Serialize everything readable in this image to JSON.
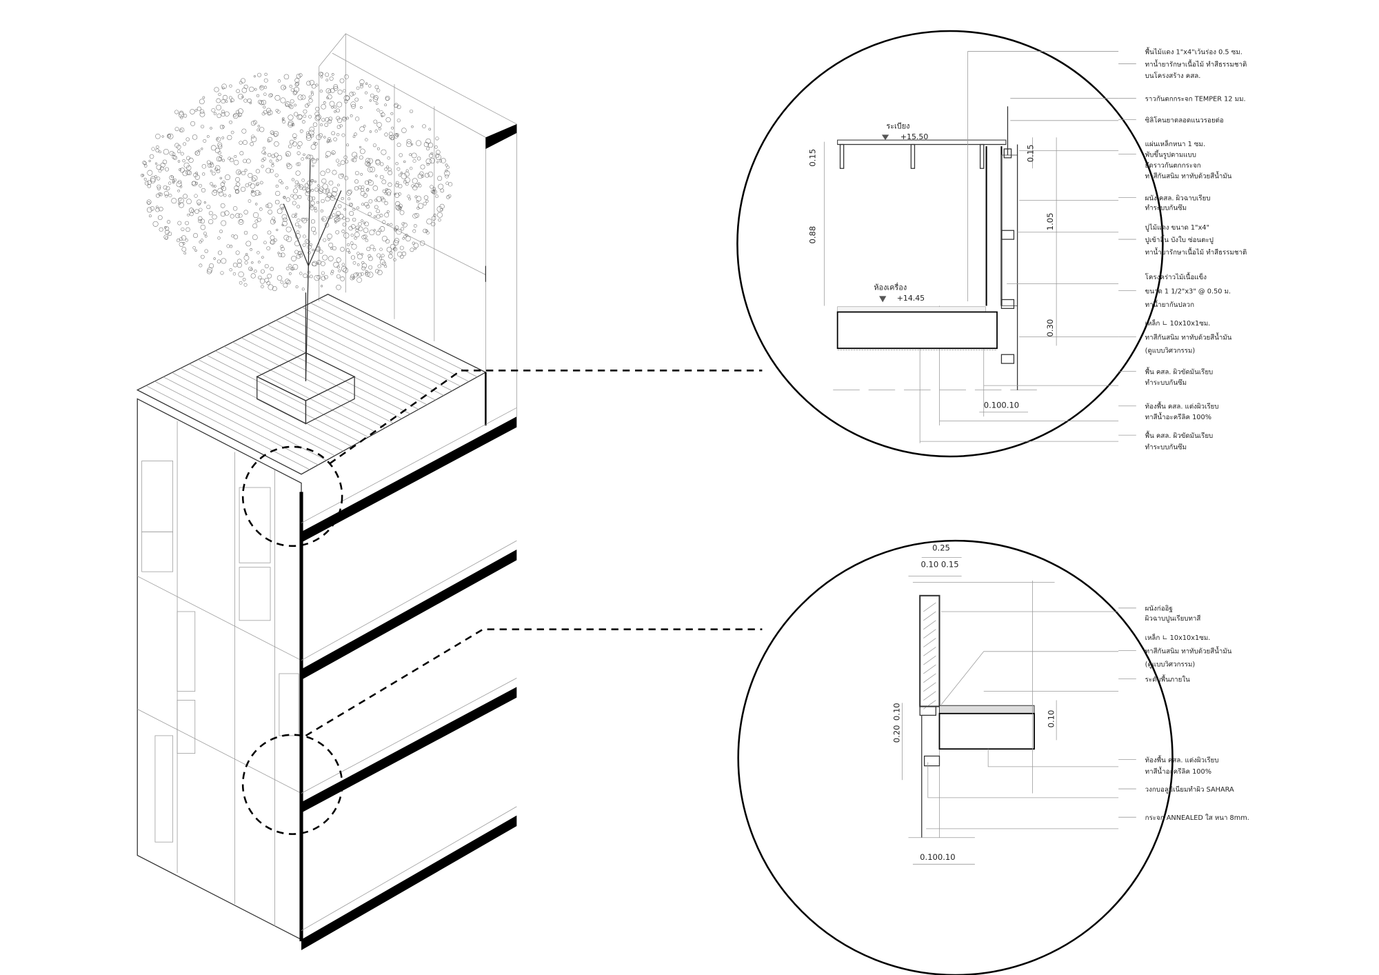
{
  "top_detail": {
    "labels": {
      "balcony": "ระเบียง",
      "balcony_level": "+15.50",
      "machine_room": "ห้องเครื่อง",
      "machine_level": "+14.45"
    },
    "dims": {
      "slab_top": "0.15",
      "height": "0.88",
      "right_top": "0.15",
      "rail": "1.05",
      "beam": "0.30",
      "bottom_widths": "0.100.10"
    },
    "annotations": [
      {
        "lines": [
          "พื้นไม้แดง 1\"x4\"เว้นร่อง 0.5 ซม.",
          "ทาน้ำยารักษาเนื้อไม้ ทำสีธรรมชาติ",
          "บนโครงสร้าง คสล."
        ]
      },
      {
        "lines": [
          "ราวกันตกกระจก TEMPER 12 มม."
        ]
      },
      {
        "lines": [
          "ซิลิโคนยาตลอดแนวรอยต่อ"
        ]
      },
      {
        "lines": [
          "แผ่นเหล็กหนา 1 ซม.",
          "พับขึ้นรูปตามแบบ",
          "ยึดราวกันตกกระจก",
          "ทาสีกันสนิม ทาทับด้วยสีน้ำมัน"
        ]
      },
      {
        "lines": [
          "ผนัง คสล. ผิวฉาบเรียบ",
          "ทำระบบกันซึม"
        ]
      },
      {
        "lines": [
          "ปูไม้แดง ขนาด 1\"x4\"",
          "ปูเข้าลิ้น บังใบ ซ่อนตะปู",
          "ทาน้ำยารักษาเนื้อไม้ ทำสีธรรมชาติ"
        ]
      },
      {
        "lines": [
          "โครงคร่าวไม้เนื้อแข็ง",
          "ขนาด 1 1/2\"x3\" @ 0.50 ม.",
          "ทาน้ำยากันปลวก"
        ]
      },
      {
        "lines": [
          "เหล็ก ∟ 10x10x1ซม.",
          "ทาสีกันสนิม ทาทับด้วยสีน้ำมัน",
          "(ดูแบบวิศวกรรม)"
        ]
      },
      {
        "lines": [
          "พื้น คสล. ผิวขัดมันเรียบ",
          "ทำระบบกันซึม"
        ]
      },
      {
        "lines": [
          "ท้องพื้น คสล. แต่งผิวเรียบ",
          "ทาสีน้ำอะครีลิค 100%"
        ]
      },
      {
        "lines": [
          "พื้น คสล. ผิวขัดมันเรียบ",
          "ทำระบบกันซึม"
        ]
      }
    ]
  },
  "bottom_detail": {
    "dims": {
      "total_width": "0.25",
      "widths": "0.10 0.15",
      "left_a": "0.10",
      "left_b": "0.20",
      "right": "0.10",
      "bottom_widths": "0.100.10"
    },
    "annotations": [
      {
        "lines": [
          "ผนังก่ออิฐ",
          "ผิวฉาบปูนเรียบทาสี"
        ]
      },
      {
        "lines": [
          "เหล็ก ∟ 10x10x1ซม.",
          "ทาสีกันสนิม ทาทับด้วยสีน้ำมัน",
          "(ดูแบบวิศวกรรม)"
        ]
      },
      {
        "lines": [
          "ระดับพื้นภายใน"
        ]
      },
      {
        "lines": [
          "ท้องพื้น คสล. แต่งผิวเรียบ",
          "ทาสีน้ำอะครีลิค 100%"
        ]
      },
      {
        "lines": [
          "วงกบอลูมิเนียมทำผิว SAHARA"
        ]
      },
      {
        "lines": [
          "กระจก ANNEALED ใส หนา 8mm."
        ]
      }
    ]
  }
}
